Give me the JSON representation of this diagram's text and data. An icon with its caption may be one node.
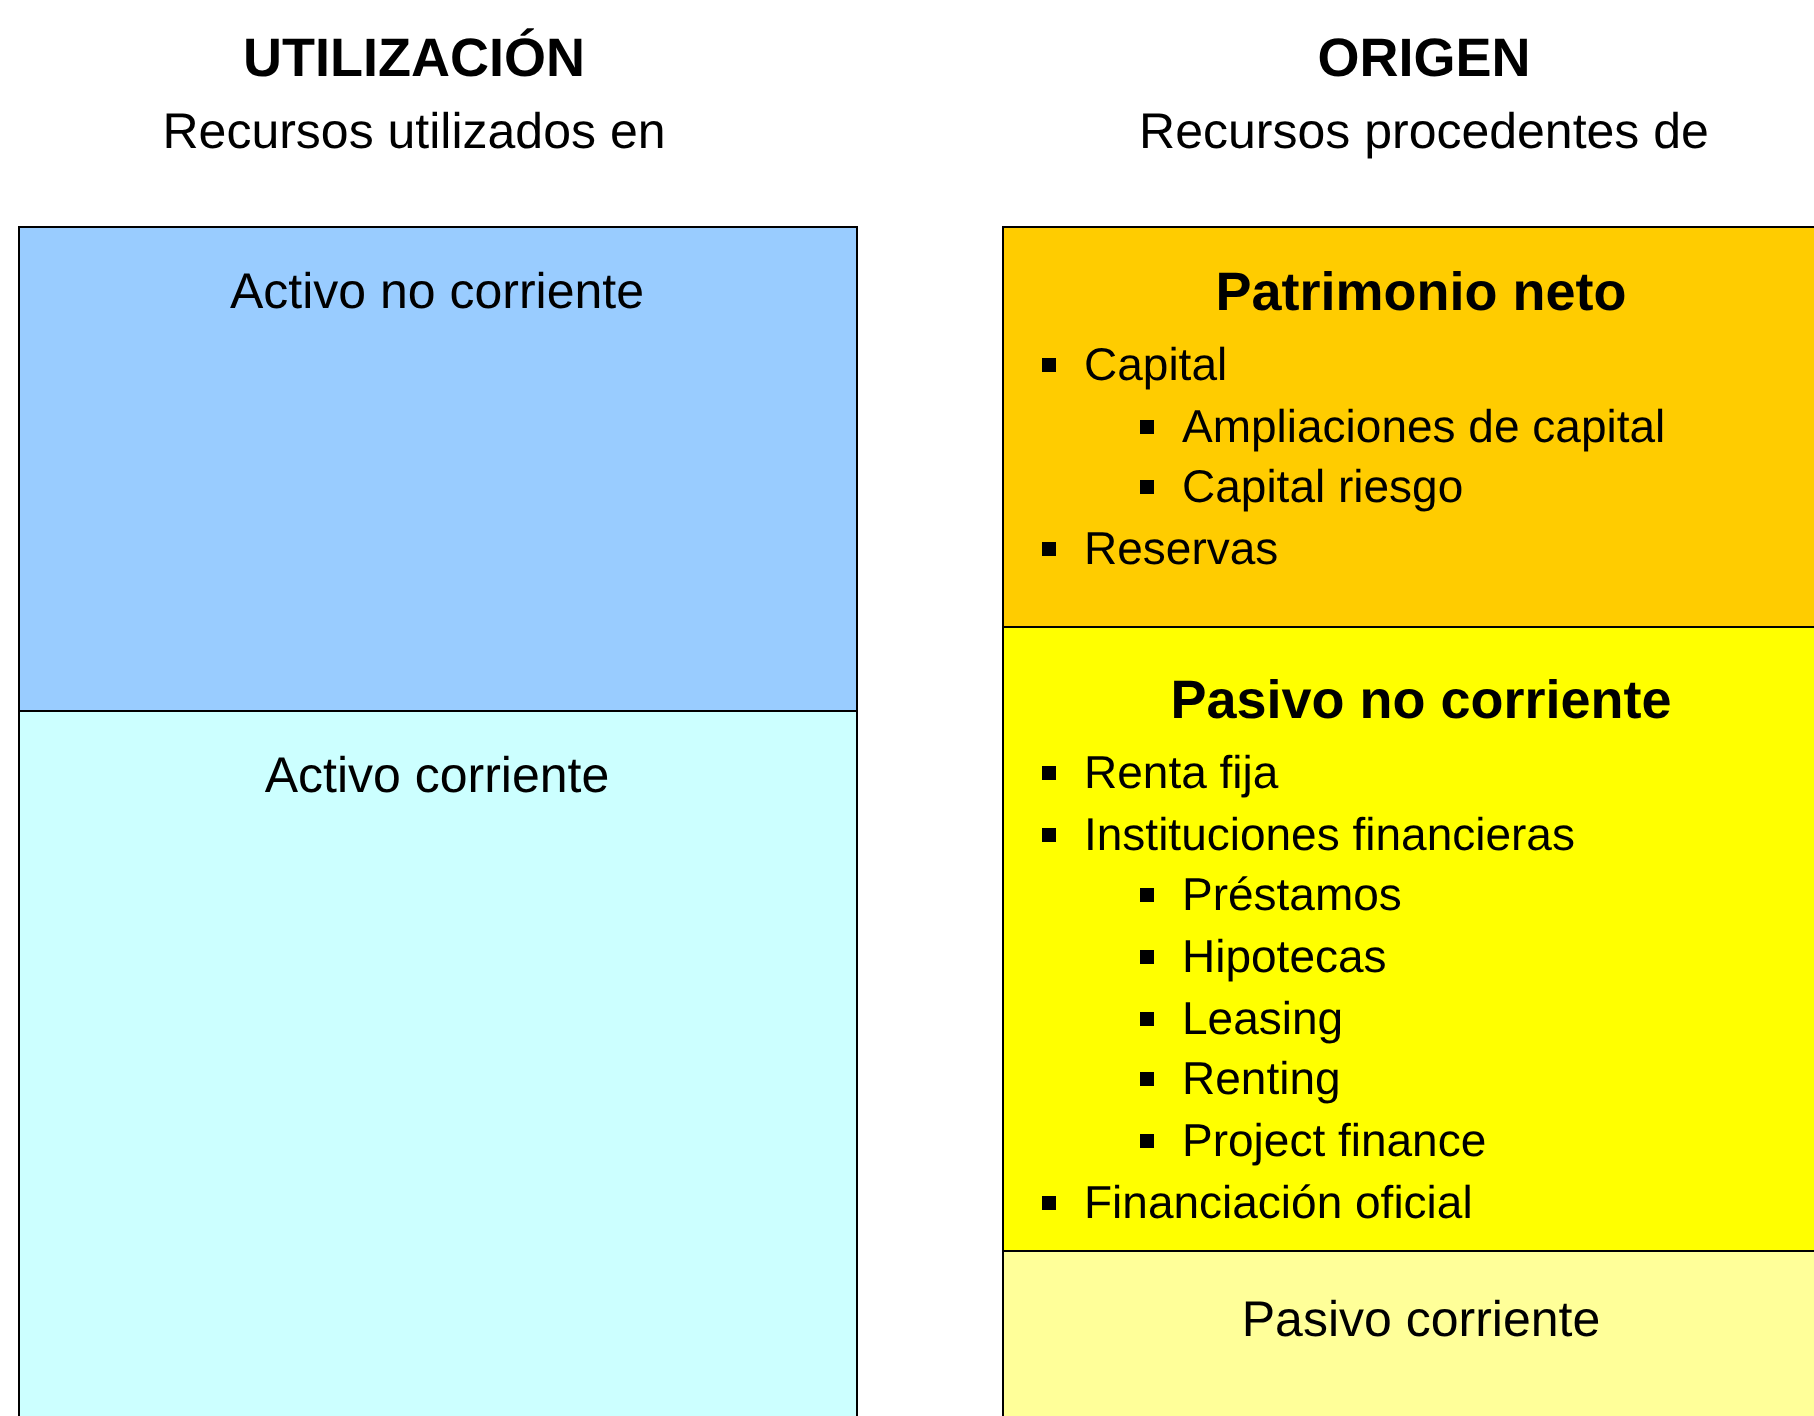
{
  "diagram": {
    "nodes": [
      {
        "text": [
          "Activo no corriente"
        ]
      },
      {
        "text": [
          "Activo corriente"
        ]
      },
      {
        "text": [
          "Patrimonio neto",
          "Capital",
          "Ampliaciones de capital",
          "Capital riesgo",
          "Reservas"
        ]
      },
      {
        "text": [
          "Pasivo no corriente",
          "Renta fija",
          "Instituciones financieras",
          "Préstamos",
          "Hipotecas",
          "Leasing",
          "Renting",
          "Project finance",
          "Financiación oficial"
        ]
      },
      {
        "text": [
          "Pasivo corriente"
        ]
      }
    ],
    "labels": [
      "UTILIZACIÓN",
      "Recursos utilizados en",
      "ORIGEN",
      "Recursos procedentes de"
    ]
  }
}
